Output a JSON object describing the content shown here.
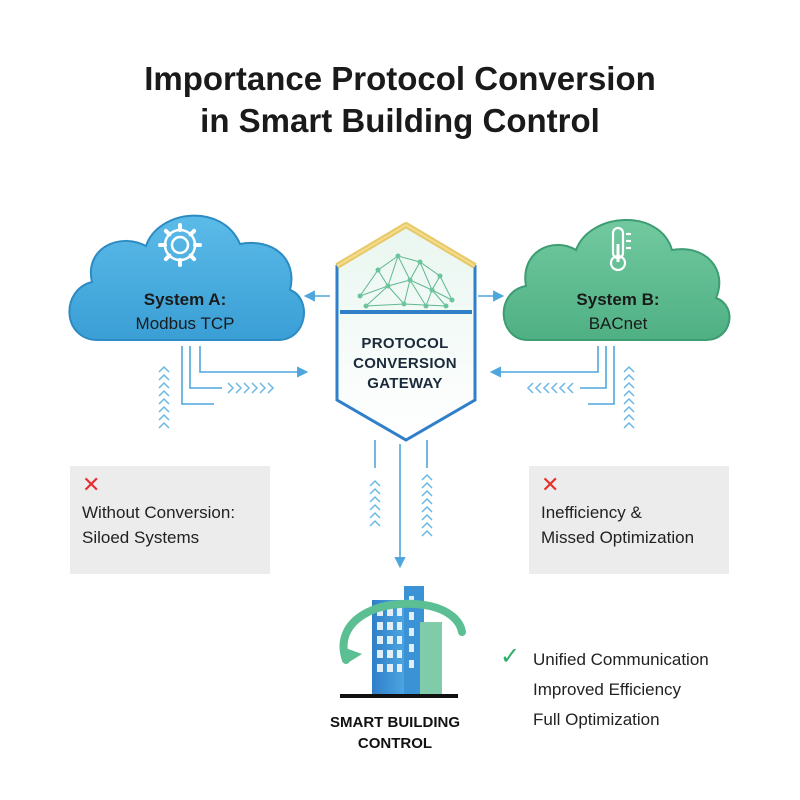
{
  "title": {
    "line1": "Importance Protocol Conversion",
    "line2": "in Smart Building Control"
  },
  "system_a": {
    "name": "System A:",
    "protocol": "Modbus TCP",
    "icon": "gear-icon",
    "color": "#3aa6dc"
  },
  "system_b": {
    "name": "System B:",
    "protocol": "BACnet",
    "icon": "thermometer-icon",
    "color": "#52b98a"
  },
  "gateway": {
    "line1": "PROTOCOL",
    "line2": "CONVERSION",
    "line3": "GATEWAY",
    "icon": "network-mesh-icon"
  },
  "left_panel": {
    "icon": "cross-icon",
    "line1": "Without Conversion:",
    "line2": "Siloed Systems"
  },
  "right_panel": {
    "icon": "cross-icon",
    "line1": "Inefficiency &",
    "line2": "Missed Optimization"
  },
  "smart_building": {
    "line1": "SMART BUILDING",
    "line2": "CONTROL",
    "icon": "building-icon"
  },
  "benefits": {
    "icon": "check-icon",
    "items": [
      "Unified Communication",
      "Improved Efficiency",
      "Full Optimization"
    ]
  },
  "colors": {
    "flow_arrow": "#4ea6dc",
    "cross": "#e53030",
    "check": "#2cae6b",
    "panel_bg": "#ececec"
  }
}
